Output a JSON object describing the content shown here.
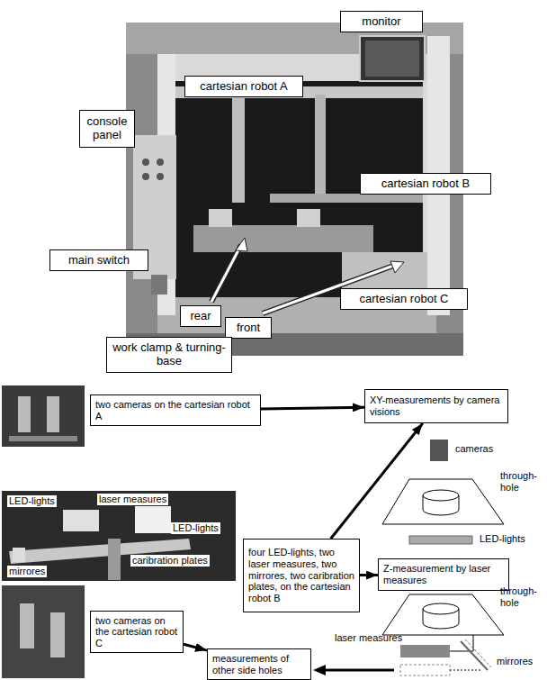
{
  "diagram": {
    "nodes": [
      {
        "text": [
          "monitor"
        ]
      },
      {
        "text": [
          "cartesian robot A"
        ]
      },
      {
        "text": [
          "console panel"
        ]
      },
      {
        "text": [
          "cartesian robot B"
        ]
      },
      {
        "text": [
          "main switch"
        ]
      },
      {
        "text": [
          "cartesian robot C"
        ]
      },
      {
        "text": [
          "rear"
        ]
      },
      {
        "text": [
          "front"
        ]
      },
      {
        "text": [
          "work clamp & turning-base"
        ]
      },
      {
        "text": [
          "two cameras on the cartesian robot A"
        ]
      },
      {
        "text": [
          "XY-measurements by camera visions"
        ]
      },
      {
        "text": [
          "four LED-lights, two laser measures, two mirrores, two caribration plates, on the cartesian robot B"
        ]
      },
      {
        "text": [
          "Z-measurement by laser measures"
        ]
      },
      {
        "text": [
          "two cameras on the cartesian robot C"
        ]
      },
      {
        "text": [
          "measurements of other side holes"
        ]
      }
    ],
    "edges": [
      {
        "from": 9,
        "to": 10,
        "arrow": "to"
      },
      {
        "from": 11,
        "to": 10,
        "arrow": "to"
      },
      {
        "from": 11,
        "to": 12,
        "arrow": "to"
      },
      {
        "from": 13,
        "to": 14,
        "arrow": "to"
      }
    ],
    "labels": [
      "LED-lights",
      "laser measures",
      "LED-lights",
      "mirrores",
      "caribration plates",
      "cameras",
      "through- hole",
      "LED-lights",
      "through- hole",
      "laser measures",
      "mirrores"
    ]
  }
}
